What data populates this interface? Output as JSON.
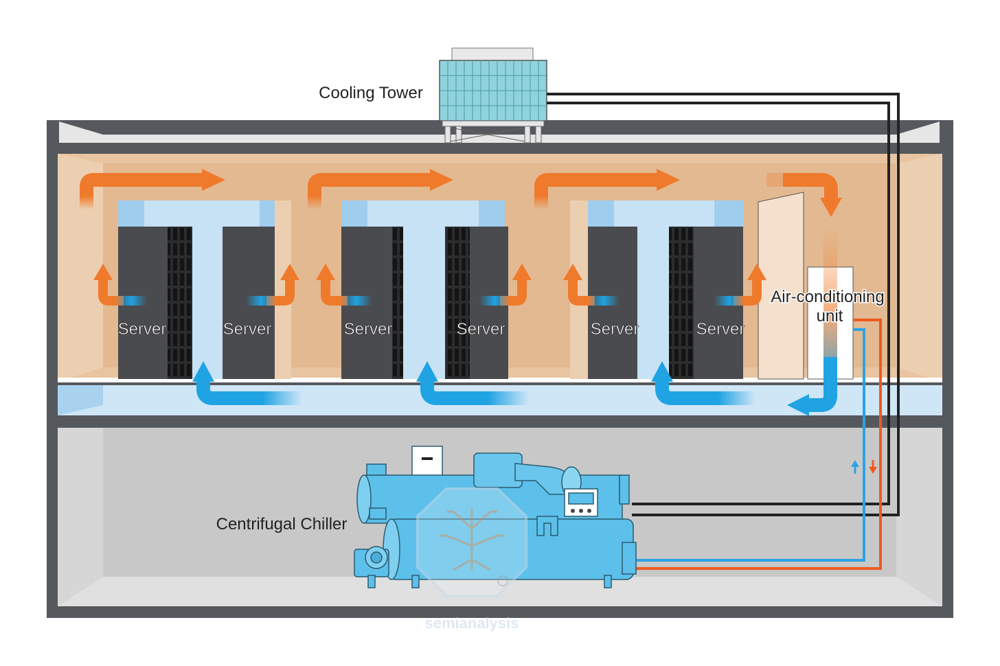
{
  "labels": {
    "cooling_tower": "Cooling Tower",
    "server": "Server",
    "ac_unit_line1": "Air-conditioning",
    "ac_unit_line2": "unit",
    "chiller": "Centrifugal Chiller",
    "watermark": "semianalysis"
  },
  "colors": {
    "wall": "#55585d",
    "warm_room": "#e8c4a0",
    "cold_aisle": "#c7e2f5",
    "floor_plenum": "#cfe6f7",
    "basement": "#cfcfcf",
    "hot_air": "#ef7a2c",
    "cold_air": "#1fa3e3",
    "server": "#4a4b4e",
    "chiller": "#5cc0ea",
    "tower": "#8fd3dd",
    "pipe_dark": "#222222",
    "pipe_hot": "#ef5a1e",
    "pipe_cold": "#2aa3e6"
  },
  "icons": {
    "hot_airflow": "arrow-right-orange",
    "cold_airflow": "arrow-return-blue",
    "watermark": "circuit-octagon-logo"
  }
}
